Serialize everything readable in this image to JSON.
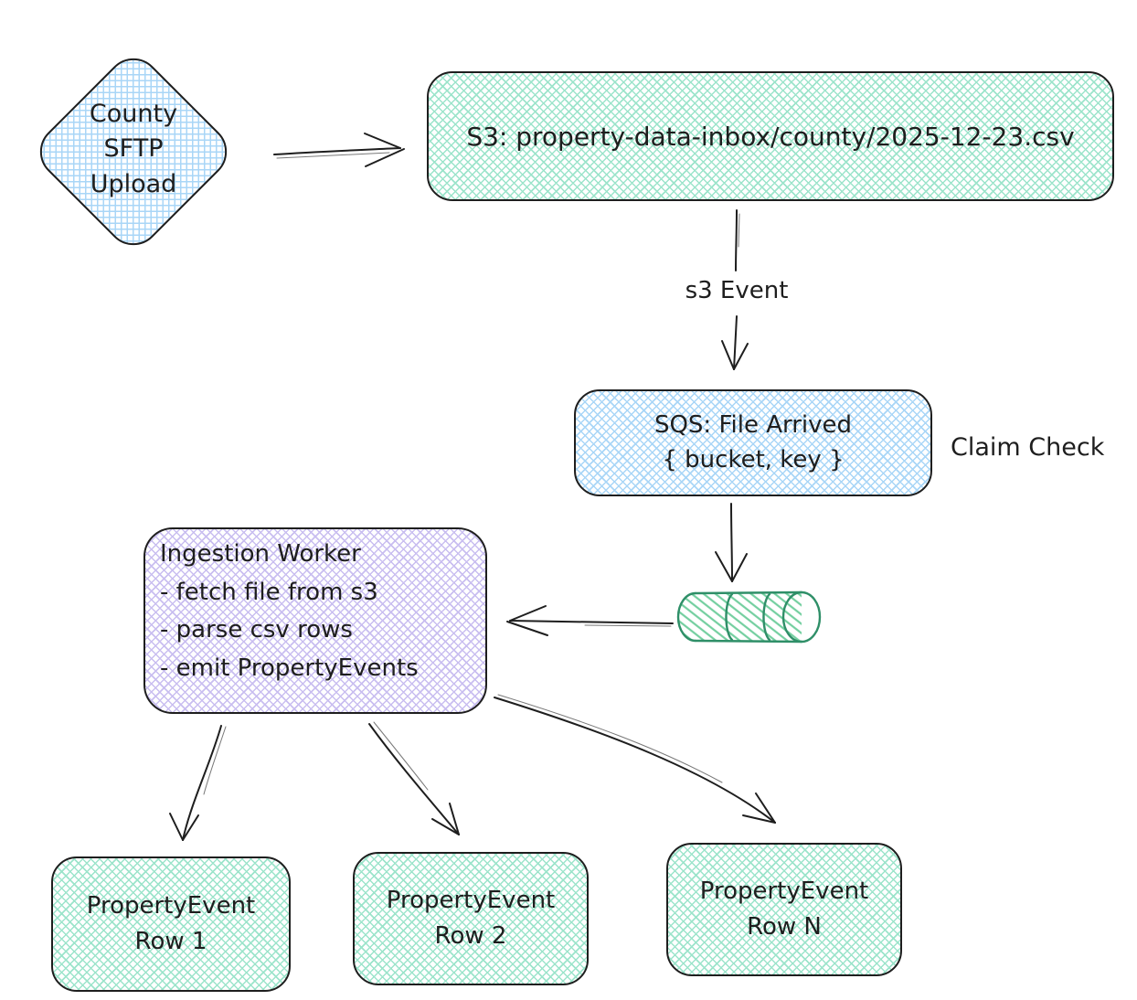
{
  "diagram": {
    "nodes": {
      "county_sftp": {
        "line1": "County",
        "line2": "SFTP",
        "line3": "Upload"
      },
      "s3_bucket": {
        "label": "S3: property-data-inbox/county/2025-12-23.csv"
      },
      "sqs_queue": {
        "line1": "SQS: File Arrived",
        "line2": "{ bucket, key }"
      },
      "ingestion_worker": {
        "title": "Ingestion Worker",
        "items": [
          "- fetch file from s3",
          "- parse csv rows",
          "- emit PropertyEvents"
        ]
      },
      "property_event_1": {
        "line1": "PropertyEvent",
        "line2": "Row 1"
      },
      "property_event_2": {
        "line1": "PropertyEvent",
        "line2": "Row 2"
      },
      "property_event_n": {
        "line1": "PropertyEvent",
        "line2": "Row N"
      }
    },
    "labels": {
      "s3_event": "s3 Event",
      "claim_check": "Claim Check"
    },
    "icons": {
      "queue": "queue-cylinder-icon"
    },
    "colors": {
      "ink": "#1e1e1e",
      "blue_hatch": "#a9d6f7",
      "green_hatch": "#9ce4cb",
      "purple_hatch": "#c9bef0",
      "cylinder_stroke": "#2f8f68",
      "cylinder_hatch": "#74cfa0"
    }
  }
}
